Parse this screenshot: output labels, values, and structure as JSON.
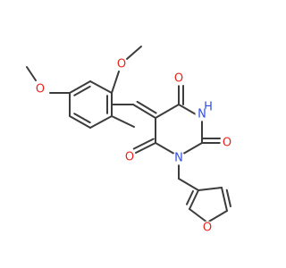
{
  "molecule": {
    "atom_labels": {
      "o_top_ring": "O",
      "o_top_right_carbonyl": "O",
      "nh": "H",
      "nh_n": "N",
      "o_right_carbonyl": "O",
      "n_ring": "N",
      "o_left_carbonyl": "O",
      "o_methoxy_left": "O",
      "o_furan": "O"
    },
    "colors": {
      "bond": "#3c3c3c",
      "oxygen": "#e8261e",
      "nitrogen": "#2f4fe0",
      "background": "#ffffff"
    }
  }
}
